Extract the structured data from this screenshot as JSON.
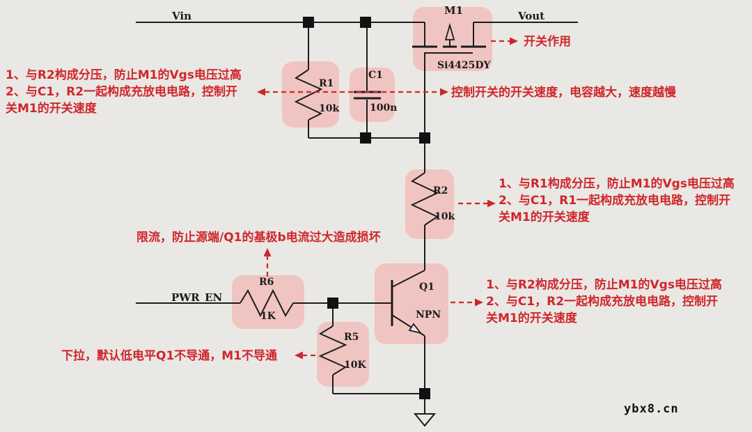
{
  "nets": {
    "vin": "Vin",
    "vout": "Vout",
    "pwr_en": "PWR_EN"
  },
  "components": {
    "m1": {
      "ref": "M1",
      "part": "Si4425DY"
    },
    "r1": {
      "ref": "R1",
      "value": "10k"
    },
    "c1": {
      "ref": "C1",
      "value": "100n"
    },
    "r2": {
      "ref": "R2",
      "value": "10k"
    },
    "q1": {
      "ref": "Q1",
      "type": "NPN"
    },
    "r6": {
      "ref": "R6",
      "value": "1K"
    },
    "r5": {
      "ref": "R5",
      "value": "10K"
    }
  },
  "annotations": {
    "r1": {
      "lines": [
        "1、与R2构成分压，防止M1的Vgs电压过高",
        "2、与C1，R2一起构成充放电电路，控制开",
        "关M1的开关速度"
      ]
    },
    "m1": {
      "text": "开关作用"
    },
    "c1": {
      "text": "控制开关的开关速度，电容越大，速度越慢"
    },
    "r2": {
      "lines": [
        "1、与R1构成分压，防止M1的Vgs电压过高",
        "2、与C1，R1一起构成充放电电路，控制开",
        "关M1的开关速度"
      ]
    },
    "r6": {
      "text": "限流，防止源端/Q1的基极b电流过大造成损坏"
    },
    "q1": {
      "lines": [
        "1、与R2构成分压，防止M1的Vgs电压过高",
        "2、与C1，R2一起构成充放电电路，控制开",
        "关M1的开关速度"
      ]
    },
    "r5": {
      "text": "下拉，默认低电平Q1不导通，M1不导通"
    }
  },
  "watermark": "ybx8.cn",
  "colors": {
    "background": "#e9e8e5",
    "highlight_box": "#f0c5c1",
    "annotation_red": "#d0262b",
    "wire": "#1c1c1c"
  }
}
